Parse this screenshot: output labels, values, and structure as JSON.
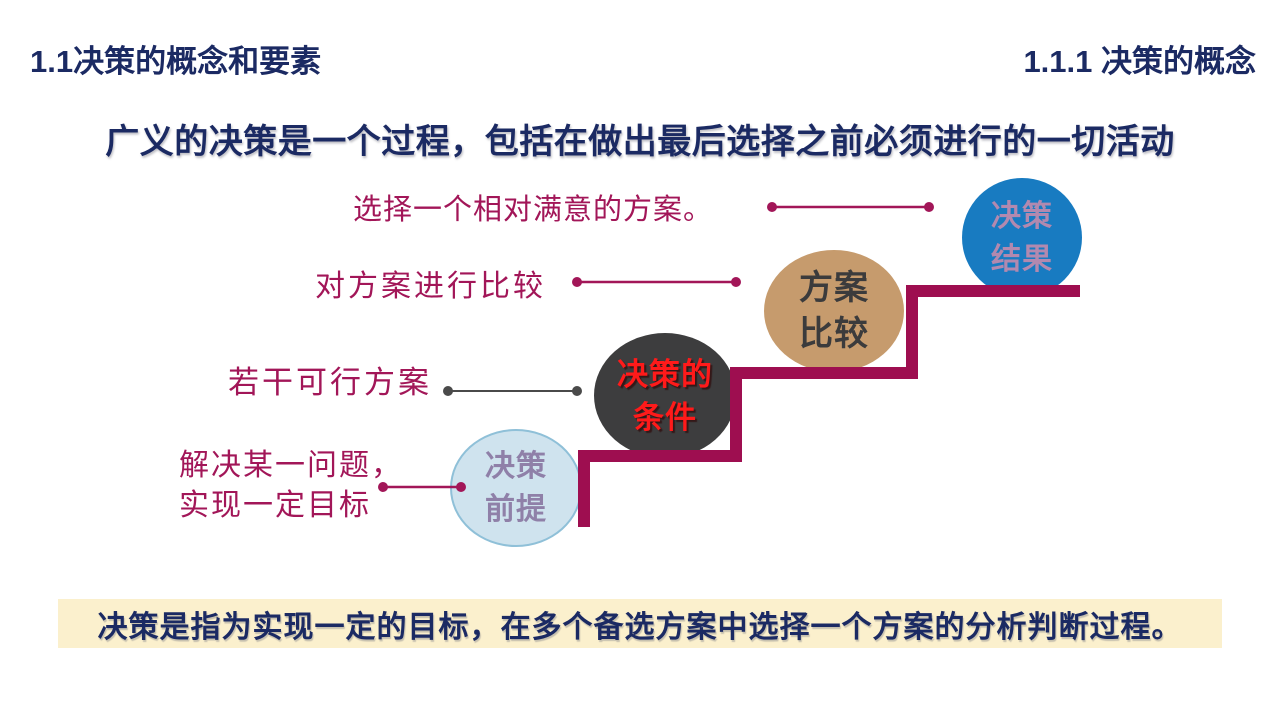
{
  "header": {
    "left": "1.1决策的概念和要素",
    "right": "1.1.1 决策的概念"
  },
  "title": "广义的决策是一个过程，包括在做出最后选择之前必须进行的一切活动",
  "diagram": {
    "annotations": [
      {
        "text": "选择一个相对满意的方案。"
      },
      {
        "text": "对方案进行比较"
      },
      {
        "text": "若干可行方案"
      },
      {
        "line1": "解决某一问题，",
        "line2": "实现一定目标"
      }
    ],
    "steps": [
      {
        "line1": "决策",
        "line2": "前提"
      },
      {
        "line1": "决策的",
        "line2": "条件"
      },
      {
        "line1": "方案",
        "line2": "比较"
      },
      {
        "line1": "决策",
        "line2": "结果"
      }
    ]
  },
  "footer": {
    "text": "决策是指为实现一定的目标，在多个备选方案中选择一个方案的分析判断过程。"
  },
  "colors": {
    "navy": "#1b2a63",
    "magenta": "#9e0e50",
    "crimson": "#a21658",
    "gray-line": "#4a4a4a",
    "banner-bg": "#fbf0cd",
    "c1-fill": "#cfe3ee",
    "c1-border": "#8fc0d8",
    "c1-text": "#8f80a8",
    "c2-fill": "#3d3d3e",
    "c2-text": "#ff1a1a",
    "c3-fill": "#c69b6d",
    "c3-text": "#3b3b3c",
    "c4-fill": "#187bc1",
    "c4-text": "#b289af"
  }
}
